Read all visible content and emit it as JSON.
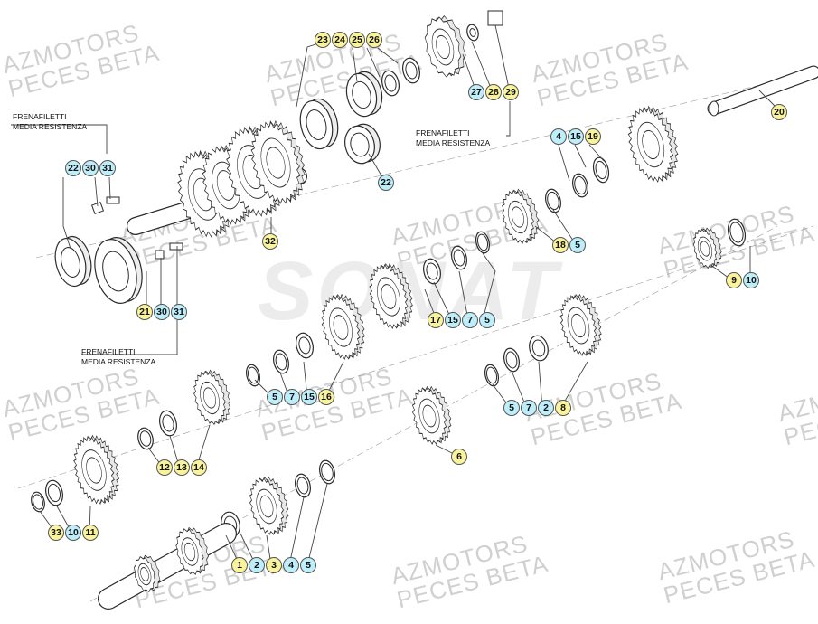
{
  "watermark": {
    "line1": "AZMOTORS",
    "line2": "PECES BETA"
  },
  "center_mark": "SONAT",
  "notes": [
    {
      "line1": "FRENAFILETTI",
      "line2": "MEDIA RESISTENZA"
    },
    {
      "line1": "FRENAFILETTI",
      "line2": "MEDIA RESISTENZA"
    },
    {
      "line1": "FRENAFILETTI",
      "line2": "MEDIA RESISTENZA"
    }
  ],
  "callouts": [
    {
      "items": [
        {
          "n": "23",
          "c": "y"
        },
        {
          "n": "24",
          "c": "y"
        },
        {
          "n": "25",
          "c": "y"
        },
        {
          "n": "26",
          "c": "y"
        }
      ]
    },
    {
      "items": [
        {
          "n": "27",
          "c": "c"
        },
        {
          "n": "28",
          "c": "y"
        },
        {
          "n": "29",
          "c": "y"
        }
      ]
    },
    {
      "items": [
        {
          "n": "20",
          "c": "y"
        }
      ]
    },
    {
      "items": [
        {
          "n": "4",
          "c": "c"
        },
        {
          "n": "15",
          "c": "c"
        },
        {
          "n": "19",
          "c": "y"
        }
      ]
    },
    {
      "items": [
        {
          "n": "22",
          "c": "c"
        },
        {
          "n": "30",
          "c": "c"
        },
        {
          "n": "31",
          "c": "c"
        }
      ]
    },
    {
      "items": [
        {
          "n": "22",
          "c": "c"
        }
      ]
    },
    {
      "items": [
        {
          "n": "32",
          "c": "y"
        }
      ]
    },
    {
      "items": [
        {
          "n": "18",
          "c": "y"
        },
        {
          "n": "5",
          "c": "c"
        }
      ]
    },
    {
      "items": [
        {
          "n": "9",
          "c": "y"
        },
        {
          "n": "10",
          "c": "c"
        }
      ]
    },
    {
      "items": [
        {
          "n": "21",
          "c": "y"
        },
        {
          "n": "30",
          "c": "c"
        },
        {
          "n": "31",
          "c": "c"
        }
      ]
    },
    {
      "items": [
        {
          "n": "17",
          "c": "y"
        },
        {
          "n": "15",
          "c": "c"
        },
        {
          "n": "7",
          "c": "c"
        },
        {
          "n": "5",
          "c": "c"
        }
      ]
    },
    {
      "items": [
        {
          "n": "5",
          "c": "c"
        },
        {
          "n": "7",
          "c": "c"
        },
        {
          "n": "15",
          "c": "c"
        },
        {
          "n": "16",
          "c": "y"
        }
      ]
    },
    {
      "items": [
        {
          "n": "5",
          "c": "c"
        },
        {
          "n": "7",
          "c": "c"
        },
        {
          "n": "2",
          "c": "c"
        },
        {
          "n": "8",
          "c": "y"
        }
      ]
    },
    {
      "items": [
        {
          "n": "12",
          "c": "y"
        },
        {
          "n": "13",
          "c": "y"
        },
        {
          "n": "14",
          "c": "y"
        }
      ]
    },
    {
      "items": [
        {
          "n": "6",
          "c": "y"
        }
      ]
    },
    {
      "items": [
        {
          "n": "33",
          "c": "y"
        },
        {
          "n": "10",
          "c": "c"
        },
        {
          "n": "11",
          "c": "y"
        }
      ]
    },
    {
      "items": [
        {
          "n": "1",
          "c": "y"
        },
        {
          "n": "2",
          "c": "c"
        },
        {
          "n": "3",
          "c": "y"
        },
        {
          "n": "4",
          "c": "c"
        },
        {
          "n": "5",
          "c": "c"
        }
      ]
    }
  ],
  "colors": {
    "yellow": "#f9f39b",
    "cyan": "#bdeef9",
    "ink": "#2a2a2a"
  }
}
